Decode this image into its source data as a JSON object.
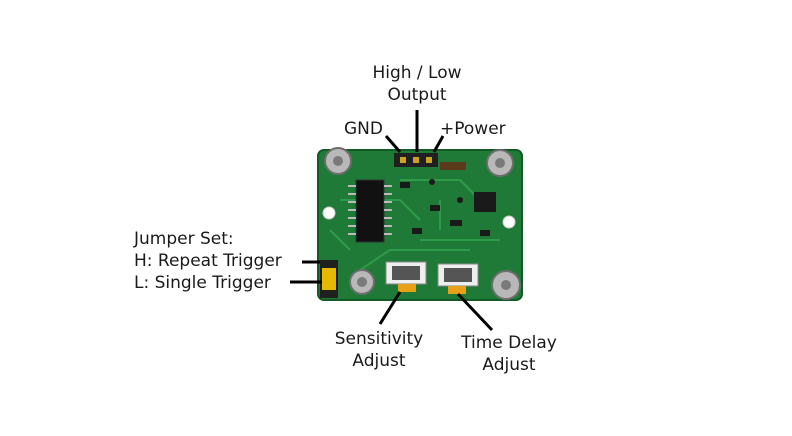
{
  "labels": {
    "output_line1": "High / Low",
    "output_line2": "Output",
    "gnd": "GND",
    "power": "+Power",
    "jumper_title": "Jumper Set:",
    "jumper_h": "H: Repeat Trigger",
    "jumper_l": "L: Single Trigger",
    "sensitivity_line1": "Sensitivity",
    "sensitivity_line2": "Adjust",
    "delay_line1": "Time Delay",
    "delay_line2": "Adjust"
  },
  "colors": {
    "pcb": "#1f7a38",
    "pcb_dark": "#145a27",
    "trace": "#2f9a4a",
    "header": "#202020",
    "pin": "#c9a227",
    "pot_body": "#e8a018",
    "jumper": "#e6b800",
    "leader": "#000000"
  },
  "icons": {
    "board": "pir-sensor-board",
    "pots": "potentiometer",
    "jumper": "jumper-block",
    "header": "pin-header"
  }
}
